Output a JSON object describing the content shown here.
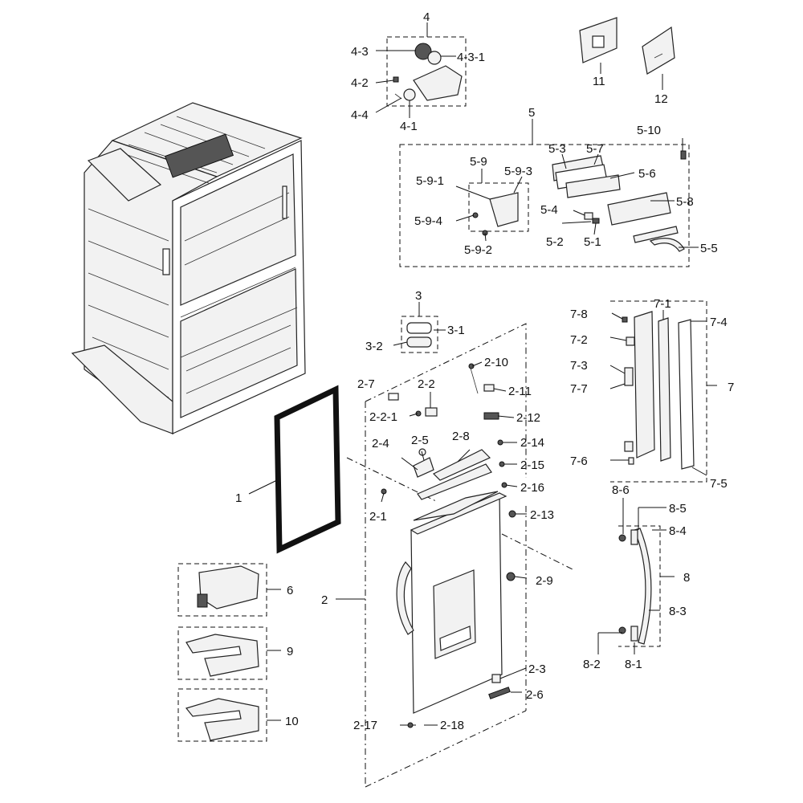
{
  "labels": {
    "p1": "1",
    "p2": "2",
    "p2_1": "2-1",
    "p2_2": "2-2",
    "p2_2_1": "2-2-1",
    "p2_3": "2-3",
    "p2_4": "2-4",
    "p2_5": "2-5",
    "p2_6": "2-6",
    "p2_7": "2-7",
    "p2_8": "2-8",
    "p2_9": "2-9",
    "p2_10": "2-10",
    "p2_11": "2-11",
    "p2_12": "2-12",
    "p2_13": "2-13",
    "p2_14": "2-14",
    "p2_15": "2-15",
    "p2_16": "2-16",
    "p2_17": "2-17",
    "p2_18": "2-18",
    "p3": "3",
    "p3_1": "3-1",
    "p3_2": "3-2",
    "p4": "4",
    "p4_1": "4-1",
    "p4_2": "4-2",
    "p4_3": "4-3",
    "p4_3_1": "4-3-1",
    "p4_4": "4-4",
    "p5": "5",
    "p5_1": "5-1",
    "p5_2": "5-2",
    "p5_3": "5-3",
    "p5_4": "5-4",
    "p5_5": "5-5",
    "p5_6": "5-6",
    "p5_7": "5-7",
    "p5_8": "5-8",
    "p5_9": "5-9",
    "p5_9_1": "5-9-1",
    "p5_9_2": "5-9-2",
    "p5_9_3": "5-9-3",
    "p5_9_4": "5-9-4",
    "p5_10": "5-10",
    "p6": "6",
    "p7": "7",
    "p7_1": "7-1",
    "p7_2": "7-2",
    "p7_3": "7-3",
    "p7_4": "7-4",
    "p7_5": "7-5",
    "p7_6": "7-6",
    "p7_7": "7-7",
    "p7_8": "7-8",
    "p8": "8",
    "p8_1": "8-1",
    "p8_2": "8-2",
    "p8_3": "8-3",
    "p8_4": "8-4",
    "p8_5": "8-5",
    "p8_6": "8-6",
    "p9": "9",
    "p10": "10",
    "p11": "11",
    "p12": "12"
  },
  "colors": {
    "line": "#111111",
    "part_fill": "#f2f2f2",
    "part_dark": "#555555"
  }
}
